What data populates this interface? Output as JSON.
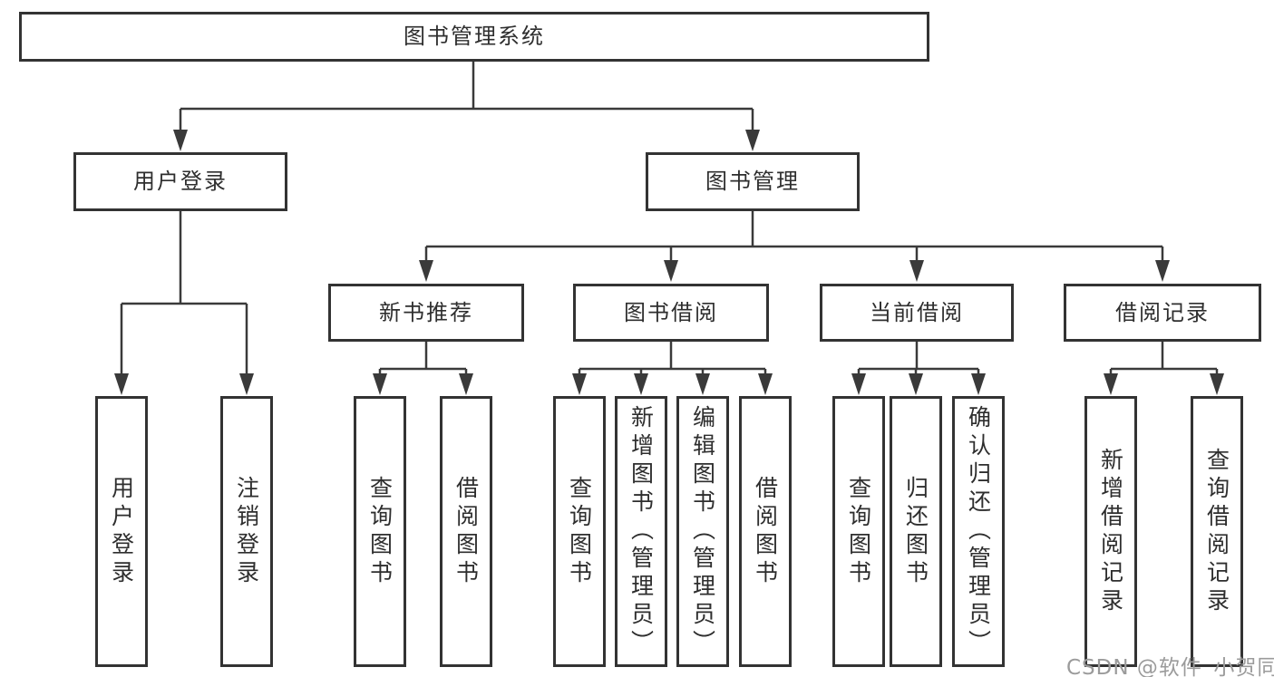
{
  "colors": {
    "background": "#ffffff",
    "box-border": "#333333",
    "box-text": "#2e2e2e",
    "line": "#3a3a3a",
    "watermark": "#9b9b9b"
  },
  "watermark": "CSDN @软件_小贺同学",
  "tree": {
    "label": "图书管理系统",
    "children": [
      {
        "label": "用户登录",
        "children": [
          {
            "label": "用户登录"
          },
          {
            "label": "注销登录"
          }
        ]
      },
      {
        "label": "图书管理",
        "children": [
          {
            "label": "新书推荐",
            "children": [
              {
                "label": "查询图书"
              },
              {
                "label": "借阅图书"
              }
            ]
          },
          {
            "label": "图书借阅",
            "children": [
              {
                "label": "查询图书"
              },
              {
                "label": "新增图书（管理员）"
              },
              {
                "label": "编辑图书（管理员）"
              },
              {
                "label": "借阅图书"
              }
            ]
          },
          {
            "label": "当前借阅",
            "children": [
              {
                "label": "查询图书"
              },
              {
                "label": "归还图书"
              },
              {
                "label": "确认归还（管理员）"
              }
            ]
          },
          {
            "label": "借阅记录",
            "children": [
              {
                "label": "新增借阅记录"
              },
              {
                "label": "查询借阅记录"
              }
            ]
          }
        ]
      }
    ]
  }
}
